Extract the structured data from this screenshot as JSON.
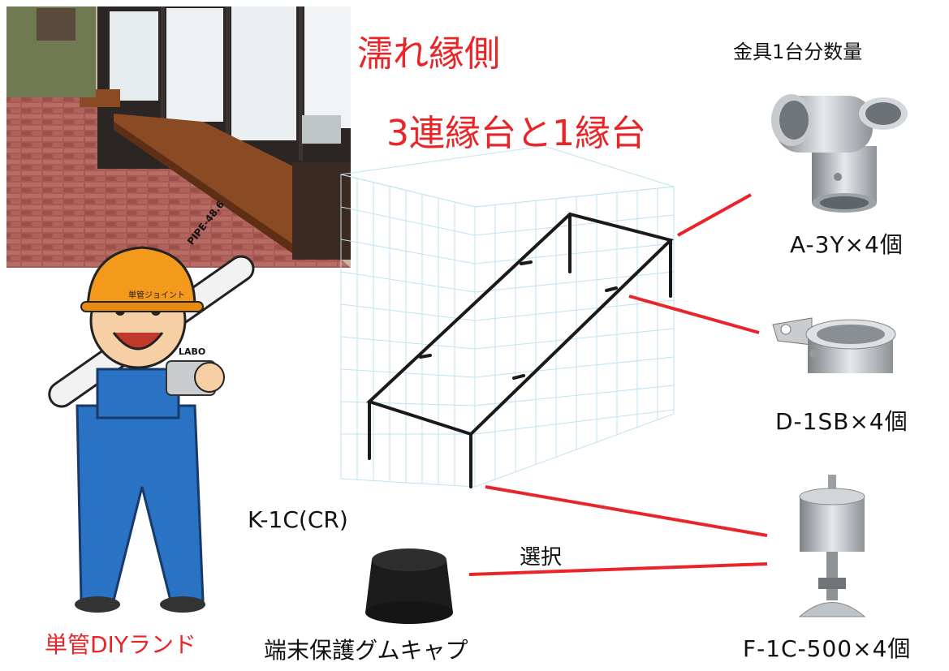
{
  "title": {
    "line1": "濡れ縁側",
    "line2": "3連縁台と1縁台"
  },
  "parts": {
    "heading": "金具1台分数量",
    "a3y": "A-3Y×4個",
    "d1sb": "D-1SB×4個",
    "f1c": "F-1C-500×4個",
    "k1c": "K-1C(CR)",
    "cap": "端末保護グムキャプ",
    "select": "選択"
  },
  "illustration": {
    "pipe_label": "PIPE-48.6",
    "helmet_label": "単管ジョイント",
    "joint_label": "LABO"
  },
  "brand": "単管DIYランド",
  "colors": {
    "accent": "#e8262a",
    "frame": "#1a1a1a",
    "grid": "#bfe3f0"
  }
}
